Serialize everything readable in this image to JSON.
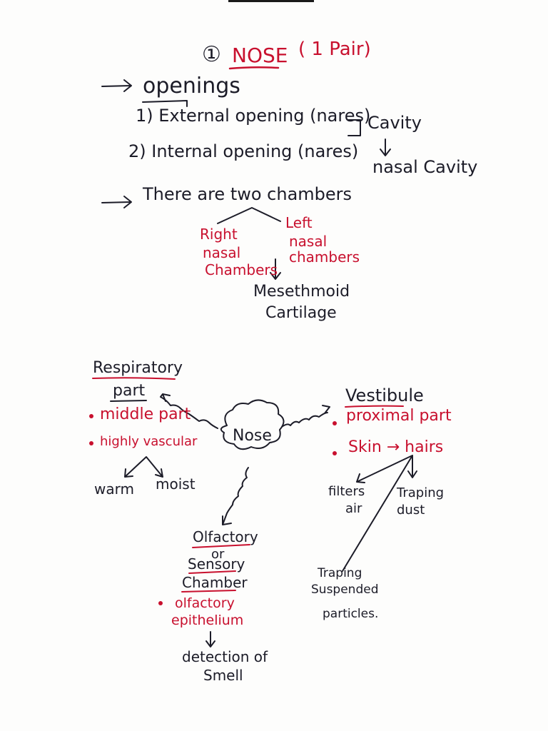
{
  "nose": {
    "number": "①",
    "title": "NOSE",
    "pair": "( 1 Pair)"
  },
  "openings": {
    "heading": "openings",
    "items": [
      "1) External opening (nares)",
      "2) Internal opening (nares)"
    ],
    "cavity": "Cavity",
    "nasal_cavity": "nasal Cavity"
  },
  "chambers": {
    "heading": "There are two chambers",
    "right": [
      "Right",
      "nasal",
      "Chambers"
    ],
    "left": [
      "Left",
      "nasal",
      "chambers"
    ],
    "mesethmoid": [
      "Mesethmoid",
      "Cartilage"
    ]
  },
  "diagram": {
    "center": "Nose",
    "respiratory": {
      "title": [
        "Respiratory",
        "part"
      ],
      "points": [
        "middle part",
        "highly vascular"
      ],
      "branches": [
        "warm",
        "moist"
      ]
    },
    "vestibule": {
      "title": "Vestibule",
      "points": [
        "proximal part",
        "Skin → hairs"
      ],
      "filters": [
        "filters",
        "air"
      ],
      "traping_dust": [
        "Traping",
        "dust"
      ],
      "traping_particles": [
        "Traping",
        "Suspended",
        "particles."
      ]
    },
    "olfactory": {
      "title": [
        "Olfactory",
        "or",
        "Sensory",
        "Chamber"
      ],
      "point": [
        "olfactory",
        "epithelium"
      ],
      "result": [
        "detection of",
        "Smell"
      ]
    }
  },
  "colors": {
    "ink_black": "#1c1c28",
    "ink_red": "#c8102e",
    "paper": "#fdfdfc"
  }
}
